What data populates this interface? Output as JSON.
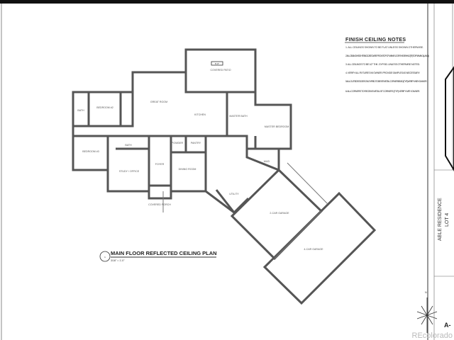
{
  "notes": {
    "title": "FINISH CEILING NOTES",
    "items": [
      "1. ALL CEILINGS SHOWN TO BE FLAT UNLESS SHOWN OTHERWISE.",
      "2. ALL CEILING HEIGHTS INDICATED ARE FROM TOP OF MAIN FLOOR SHEATHING (T.F.) TO FRAMING. (U.N.O.)",
      "3. ALL CEILINGS TO BE 1/2\" THK. GYP. BD. UNLESS OTHERWISE NOTED.",
      "4. VERIFY ALL FIXTURES W/ OWNER. PROVIDE SAMPLES AS NECESSARY.",
      "5. ALL OUTSIDE EDGES ON GYP. BD. TO BE 90° METAL CORNER BEAD (TYP.) VERIFY WITH OWNER.",
      "6. ALL CORNERS TO RECEIVE METAL 90° CORNERS (TYP.) VERIFY WITH OWNER."
    ]
  },
  "plan": {
    "title": "MAIN FLOOR REFLECTED CEILING PLAN",
    "number": "1",
    "scale": "3/16\" = 1'-0\"",
    "ceiling_tag": "9'-0\"",
    "rooms": {
      "covered_patio": "COVERED PATIO",
      "great_room": "GREAT ROOM",
      "kitchen": "KITCHEN",
      "master_bath": "MASTER BATH",
      "master_bedroom": "MASTER BEDROOM",
      "bath1": "BATH",
      "bedroom2": "BEDROOM #2",
      "bedroom3": "BEDROOM #3",
      "bath2": "BATH",
      "study": "STUDY / OFFICE",
      "foyer": "FOYER",
      "powder": "POWDER",
      "pantry": "PANTRY",
      "dining": "DINING ROOM",
      "mud": "MUD",
      "utility": "UTILITY",
      "garage2": "2-CAR GARAGE",
      "garage3": "4-CAR GARAGE",
      "porch": "COVERED PORCH",
      "north": "N"
    }
  },
  "title_block": {
    "project": "ABLE RESIDENCE",
    "lot": "LOT 4",
    "sheet": "A-"
  },
  "watermark": "REcolorado"
}
